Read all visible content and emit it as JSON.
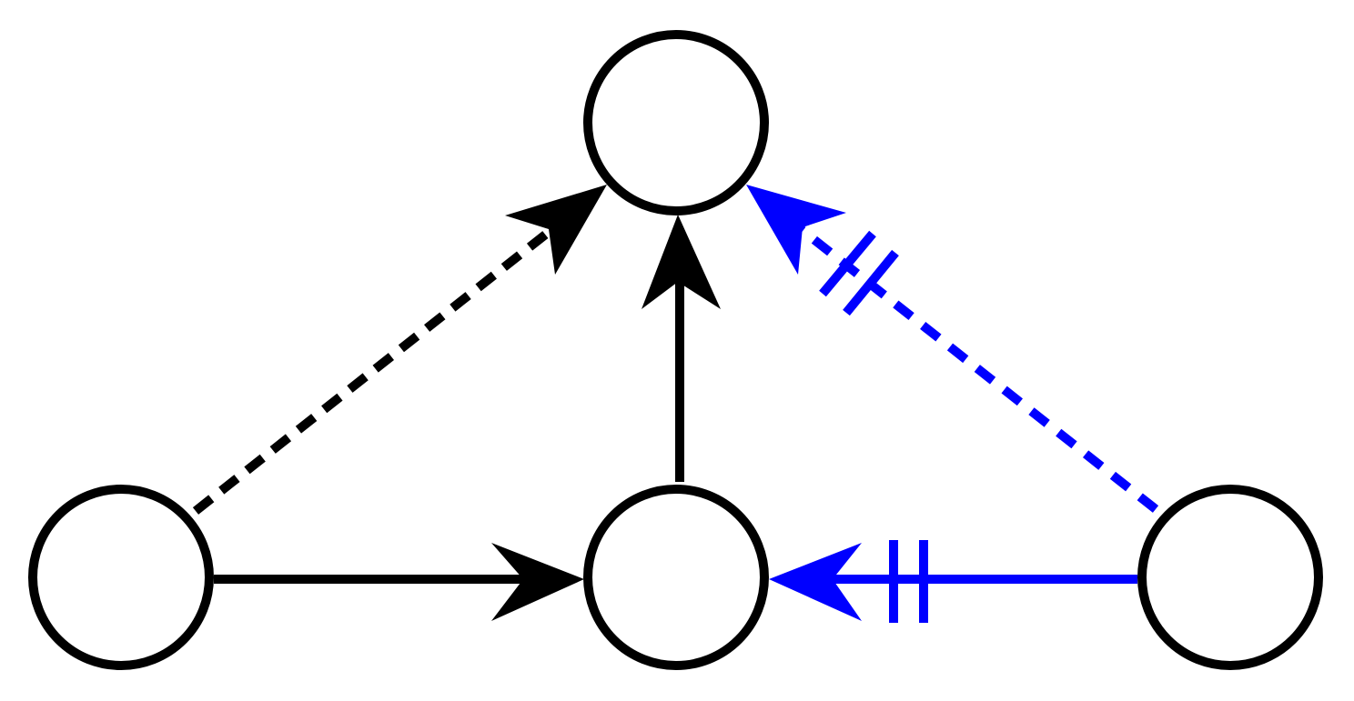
{
  "colors": {
    "background": "#ffffff",
    "node_stroke": "#000000",
    "edge_default": "#000000",
    "edge_highlight": "#0000ff"
  },
  "nodes": [
    "top",
    "bottom-left",
    "bottom-middle",
    "bottom-right"
  ],
  "edges": [
    {
      "from": "bottom-left",
      "to": "bottom-middle",
      "style": "solid",
      "color": "#000000",
      "marker": "none"
    },
    {
      "from": "bottom-middle",
      "to": "top",
      "style": "solid",
      "color": "#000000",
      "marker": "none"
    },
    {
      "from": "bottom-left",
      "to": "top",
      "style": "dashed",
      "color": "#000000",
      "marker": "none"
    },
    {
      "from": "bottom-right",
      "to": "bottom-middle",
      "style": "solid",
      "color": "#0000ff",
      "marker": "double-bar"
    },
    {
      "from": "bottom-right",
      "to": "top",
      "style": "dashed",
      "color": "#0000ff",
      "marker": "double-bar"
    }
  ]
}
